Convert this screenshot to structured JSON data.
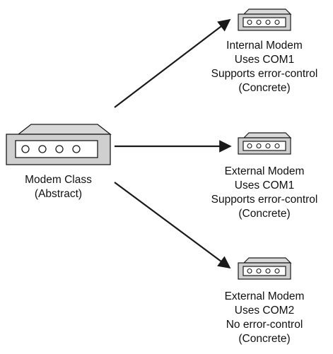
{
  "source_modem": {
    "name": "Modem Class",
    "kind": "(Abstract)"
  },
  "targets": [
    {
      "name": "Internal Modem",
      "port": "Uses COM1",
      "error_control": "Supports error-control",
      "kind": "(Concrete)"
    },
    {
      "name": "External Modem",
      "port": "Uses COM1",
      "error_control": "Supports error-control",
      "kind": "(Concrete)"
    },
    {
      "name": "External Modem",
      "port": "Uses COM2",
      "error_control": "No error-control",
      "kind": "(Concrete)"
    }
  ],
  "colors": {
    "line": "#1a1a1a",
    "modem_top": "#d9d9d9",
    "modem_front": "#cfcfcf",
    "modem_panel": "#ffffff"
  }
}
